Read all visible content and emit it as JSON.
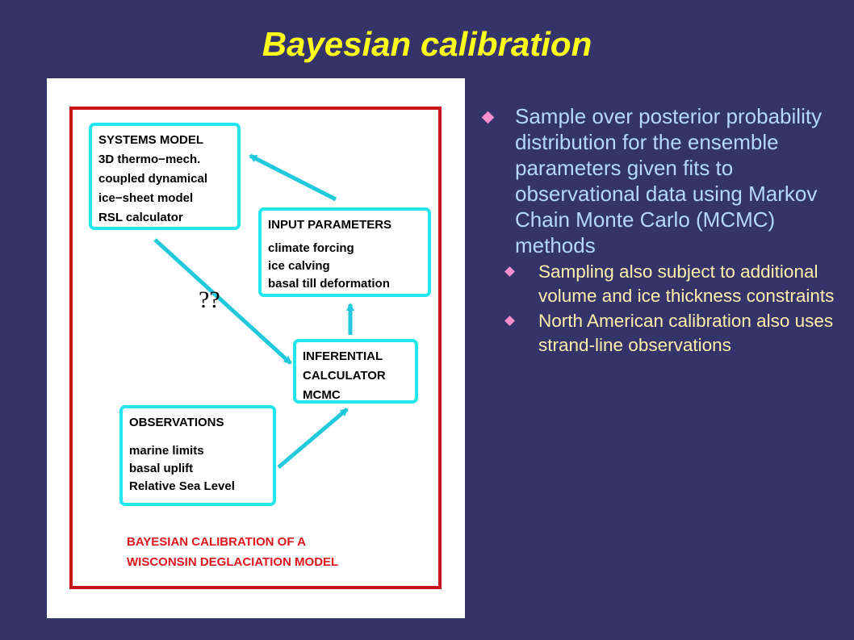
{
  "slide": {
    "title": "Bayesian calibration"
  },
  "diagram": {
    "systems_model": {
      "heading": "SYSTEMS MODEL",
      "lines": [
        "3D thermo−mech.",
        "coupled dynamical",
        "ice−sheet model",
        "RSL calculator"
      ]
    },
    "input_parameters": {
      "heading": "INPUT PARAMETERS",
      "lines": [
        "climate forcing",
        "ice calving",
        "basal till deformation"
      ]
    },
    "inferential_calculator": {
      "lines": [
        "INFERENTIAL",
        "CALCULATOR",
        "MCMC"
      ]
    },
    "observations": {
      "heading": "OBSERVATIONS",
      "lines": [
        "marine limits",
        "basal uplift",
        "Relative Sea Level"
      ]
    },
    "question_marks": "??",
    "caption": [
      "BAYESIAN CALIBRATION OF A",
      "WISCONSIN DEGLACIATION MODEL"
    ],
    "colors": {
      "frame": "#c8141b",
      "box_border": "#22e6ee",
      "arrows": "#22c8dc",
      "caption": "#e2141b"
    }
  },
  "bullets": {
    "main": "Sample over posterior probability distribution for the ensemble parameters given fits to observational data using Markov Chain Monte Carlo (MCMC) methods",
    "sub": [
      "Sampling also subject to additional volume and ice thickness constraints",
      "North American calibration also uses strand-line observations"
    ]
  },
  "colors": {
    "background": "#34336a",
    "title": "#ffff1a",
    "main_bullet_text": "#b4d8ff",
    "sub_bullet_text": "#fff0a8",
    "bullet_marker": "#ff90d0"
  }
}
